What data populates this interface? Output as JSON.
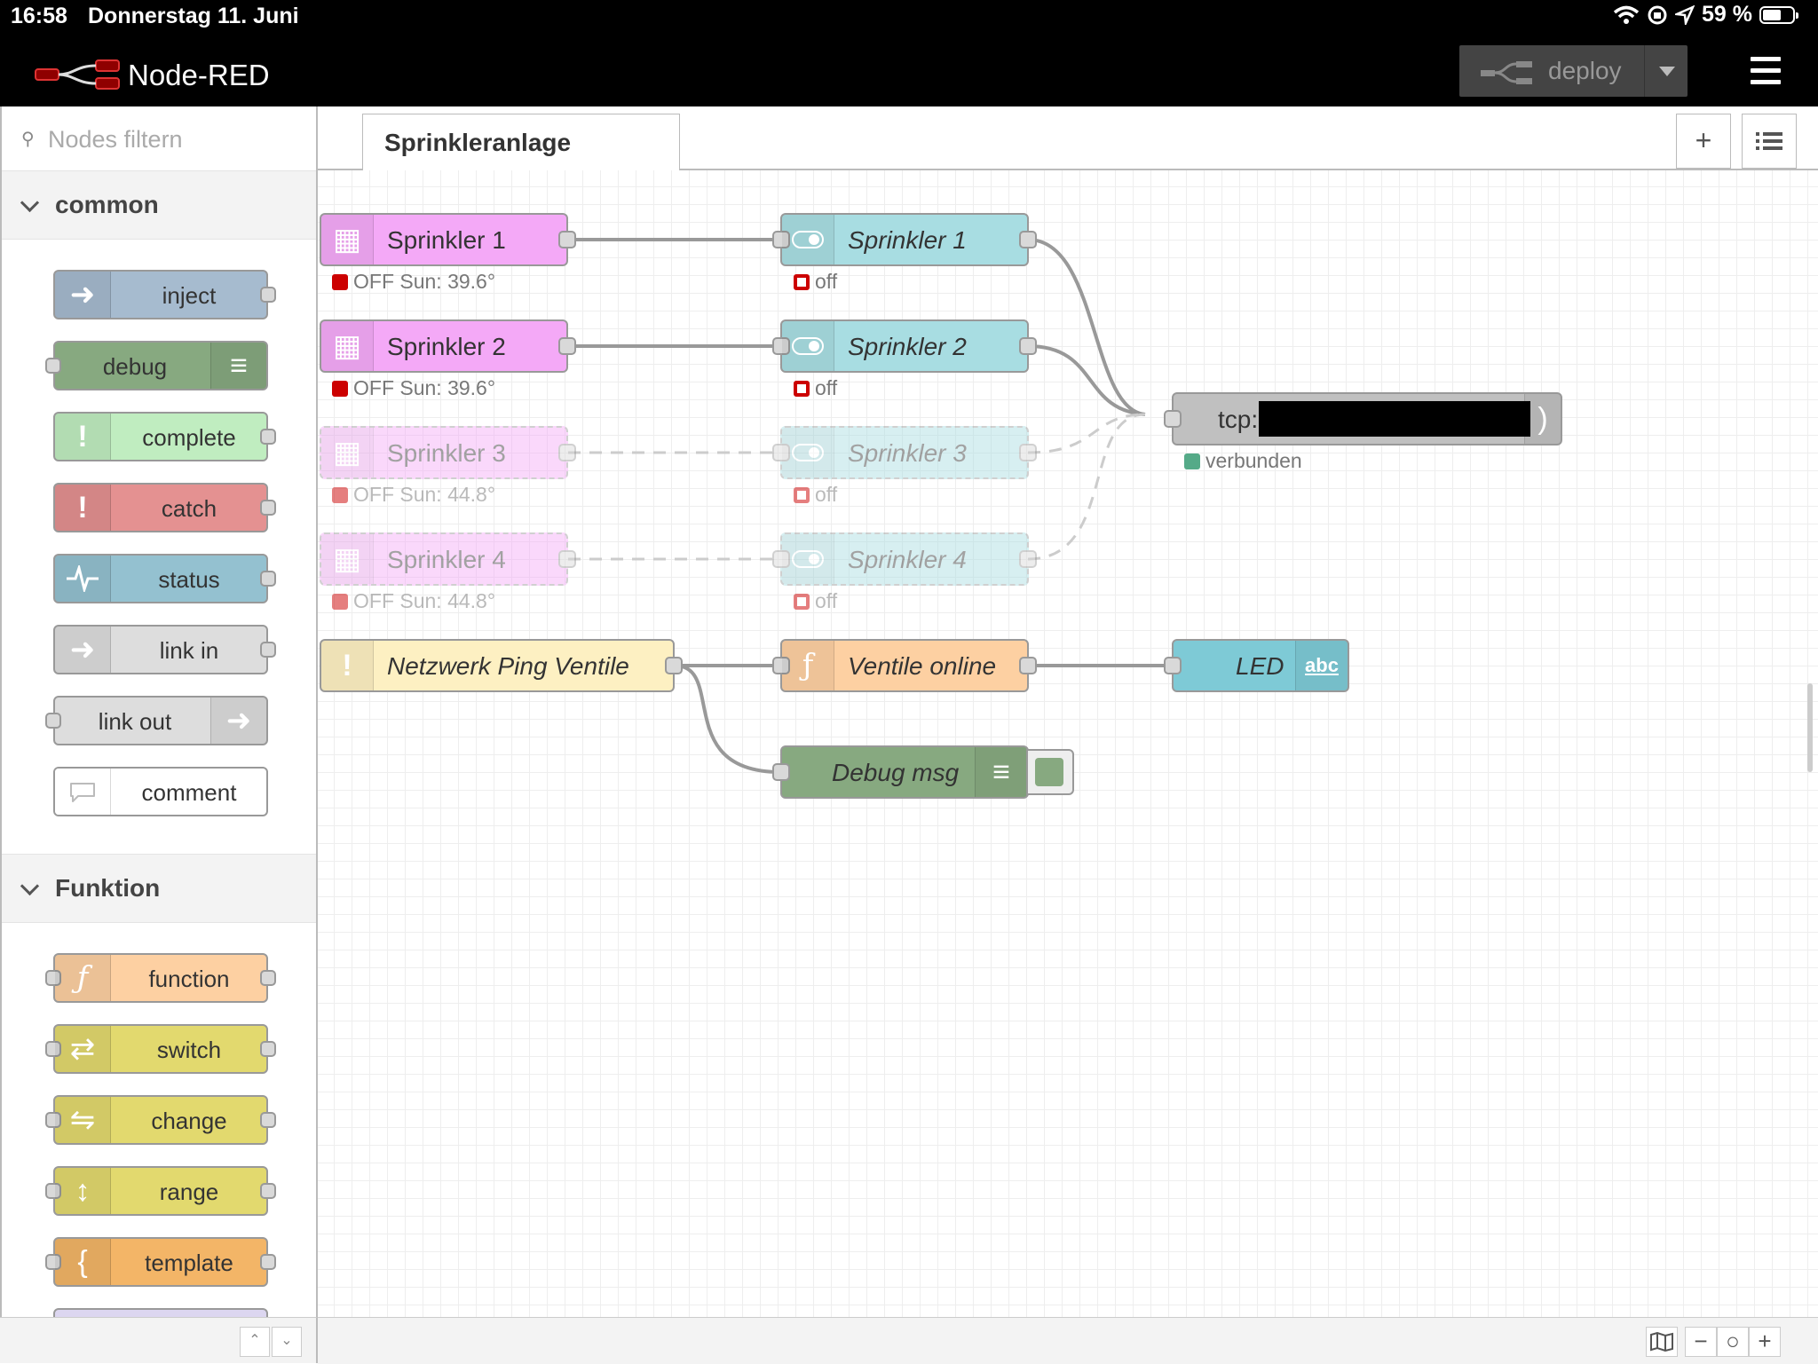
{
  "status_bar": {
    "time": "16:58",
    "date": "Donnerstag 11. Juni",
    "battery": "59 %"
  },
  "header": {
    "title": "Node-RED",
    "deploy_label": "deploy"
  },
  "palette": {
    "filter_placeholder": "Nodes filtern",
    "categories": [
      {
        "name": "common",
        "nodes": [
          {
            "label": "inject",
            "color": "#a6bbcf",
            "icon": "inject-icon"
          },
          {
            "label": "debug",
            "color": "#87a980",
            "icon": "debug-icon"
          },
          {
            "label": "complete",
            "color": "#c0edc0",
            "icon": "complete-icon"
          },
          {
            "label": "catch",
            "color": "#e49191",
            "icon": "catch-icon"
          },
          {
            "label": "status",
            "color": "#94c1d0",
            "icon": "status-icon"
          },
          {
            "label": "link in",
            "color": "#dddddd",
            "icon": "link-in-icon"
          },
          {
            "label": "link out",
            "color": "#dddddd",
            "icon": "link-out-icon"
          },
          {
            "label": "comment",
            "color": "#ffffff",
            "icon": "comment-icon"
          }
        ]
      },
      {
        "name": "Funktion",
        "nodes": [
          {
            "label": "function",
            "color": "#fdd0a2",
            "icon": "function-icon"
          },
          {
            "label": "switch",
            "color": "#e2d96e",
            "icon": "switch-icon"
          },
          {
            "label": "change",
            "color": "#e2d96e",
            "icon": "change-icon"
          },
          {
            "label": "range",
            "color": "#e2d96e",
            "icon": "range-icon"
          },
          {
            "label": "template",
            "color": "#f3b567",
            "icon": "template-icon"
          }
        ]
      }
    ]
  },
  "workspace": {
    "tab": "Sprinkleranlage",
    "nodes": {
      "sched1": {
        "label": "Sprinkler 1",
        "status": "OFF Sun: 39.6°"
      },
      "sched2": {
        "label": "Sprinkler 2",
        "status": "OFF Sun: 39.6°"
      },
      "sched3": {
        "label": "Sprinkler 3",
        "status": "OFF Sun: 44.8°"
      },
      "sched4": {
        "label": "Sprinkler 4",
        "status": "OFF Sun: 44.8°"
      },
      "sw1": {
        "label": "Sprinkler 1",
        "status": "off"
      },
      "sw2": {
        "label": "Sprinkler 2",
        "status": "off"
      },
      "sw3": {
        "label": "Sprinkler 3",
        "status": "off"
      },
      "sw4": {
        "label": "Sprinkler 4",
        "status": "off"
      },
      "tcp": {
        "label": "tcp:",
        "status": "verbunden"
      },
      "ping": {
        "label": "Netzwerk Ping Ventile"
      },
      "func": {
        "label": "Ventile online"
      },
      "led": {
        "label": "LED"
      },
      "debug": {
        "label": "Debug msg"
      }
    }
  },
  "colors": {
    "schedule": "#f4a9f7",
    "switch": "#a8dde2",
    "tcp": "#c0c0c0",
    "ping": "#fdf0c2",
    "function": "#fdd0a2",
    "led": "#7ecad6",
    "debug": "#87a980"
  }
}
